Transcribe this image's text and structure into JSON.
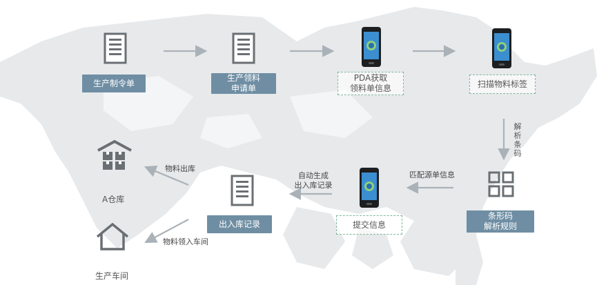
{
  "nodes": {
    "production_order": "生产制令单",
    "material_request_line1": "生产领料",
    "material_request_line2": "申请单",
    "pda_fetch_line1": "PDA获取",
    "pda_fetch_line2": "领料单信息",
    "scan_label": "扫描物料标签",
    "barcode_rule_line1": "条形码",
    "barcode_rule_line2": "解析规则",
    "submit_info": "提交信息",
    "io_record": "出入库记录",
    "warehouse_a": "A仓库",
    "workshop": "生产车间"
  },
  "edges": {
    "parse_barcode": "解析条码",
    "match_source": "匹配源单信息",
    "auto_generate_line1": "自动生成",
    "auto_generate_line2": "出入库记录",
    "material_out": "物料出库",
    "material_into_workshop": "物料领入车间"
  },
  "icons": {
    "document": "document-icon",
    "phone": "pda-phone-icon",
    "grid": "barcode-grid-icon",
    "warehouse": "warehouse-icon",
    "house": "house-icon"
  },
  "colors": {
    "label_fill": "#6f8ea3",
    "dashed_border": "#7fb59a",
    "arrow": "#aab2b8",
    "map": "#e6e8ea"
  }
}
